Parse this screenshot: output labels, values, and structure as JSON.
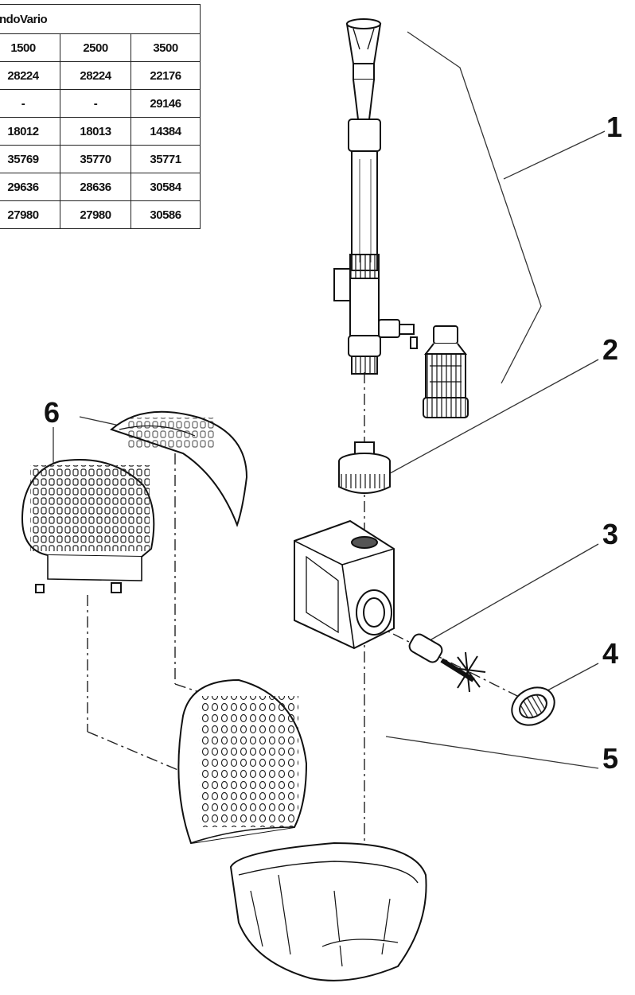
{
  "table": {
    "title": "ndoVario",
    "header": [
      "1500",
      "2500",
      "3500"
    ],
    "rows": [
      [
        "28224",
        "28224",
        "22176"
      ],
      [
        "-",
        "-",
        "29146"
      ],
      [
        "18012",
        "18013",
        "14384"
      ],
      [
        "35769",
        "35770",
        "35771"
      ],
      [
        "29636",
        "28636",
        "30584"
      ],
      [
        "27980",
        "27980",
        "30586"
      ]
    ]
  },
  "callouts": {
    "c1": "1",
    "c2": "2",
    "c3": "3",
    "c4": "4",
    "c5": "5",
    "c6": "6"
  }
}
